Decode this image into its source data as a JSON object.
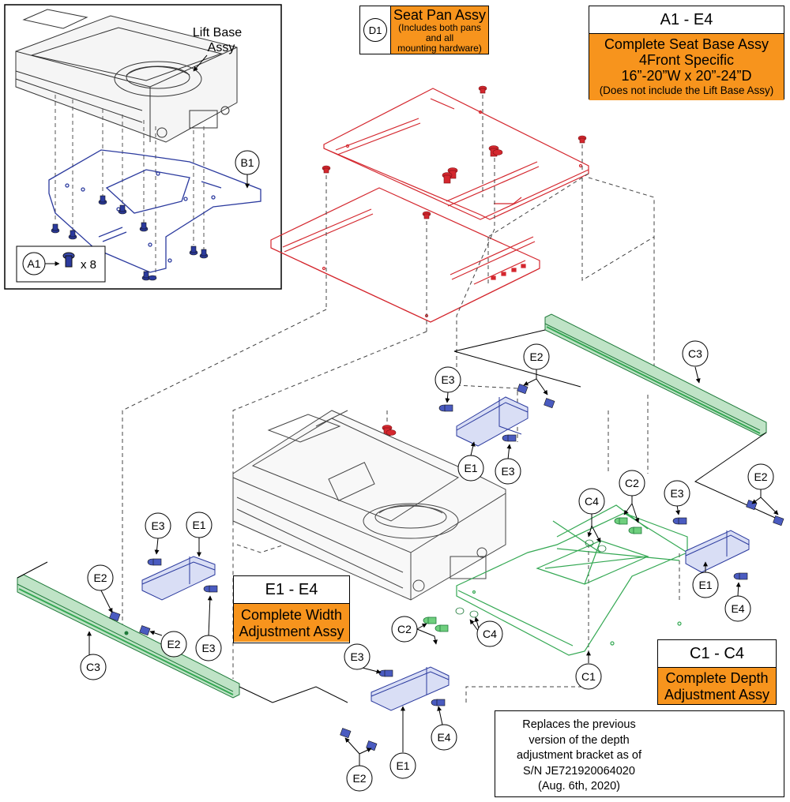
{
  "colors": {
    "seat_pan": "#d4272e",
    "depth_parts": "#34a853",
    "width_parts": "#2b3a9e",
    "assy_fill": "#f7941d",
    "outline": "#000000"
  },
  "lift_base": {
    "label_line1": "Lift Base",
    "label_line2": "Assy"
  },
  "kit_a1": {
    "callout": "A1",
    "qty": "x 8"
  },
  "seat_pan_assy": {
    "callout": "D1",
    "title": "Seat Pan Assy",
    "sub_line1": "(Includes both pans",
    "sub_line2": "and all",
    "sub_line3": "mounting hardware)"
  },
  "seat_base_assy": {
    "header": "A1 - E4",
    "line1": "Complete Seat Base Assy",
    "line2": "4Front Specific",
    "line3": "16”-20”W x 20”-24”D",
    "line4": "(Does not include the Lift Base Assy)"
  },
  "width_assy": {
    "header": "E1 - E4",
    "line1": "Complete Width",
    "line2": "Adjustment Assy"
  },
  "depth_assy": {
    "header": "C1 - C4",
    "line1": "Complete Depth",
    "line2": "Adjustment Assy"
  },
  "replacement_note": {
    "line1": "Replaces the previous",
    "line2": "version of the depth",
    "line3": "adjustment bracket as of",
    "line4": "S/N JE721920064020",
    "line5": "(Aug. 6th, 2020)"
  },
  "callouts": {
    "b1": "B1",
    "c1": "C1",
    "c2": "C2",
    "c3": "C3",
    "c4": "C4",
    "e1": "E1",
    "e2": "E2",
    "e3": "E3",
    "e4": "E4"
  }
}
